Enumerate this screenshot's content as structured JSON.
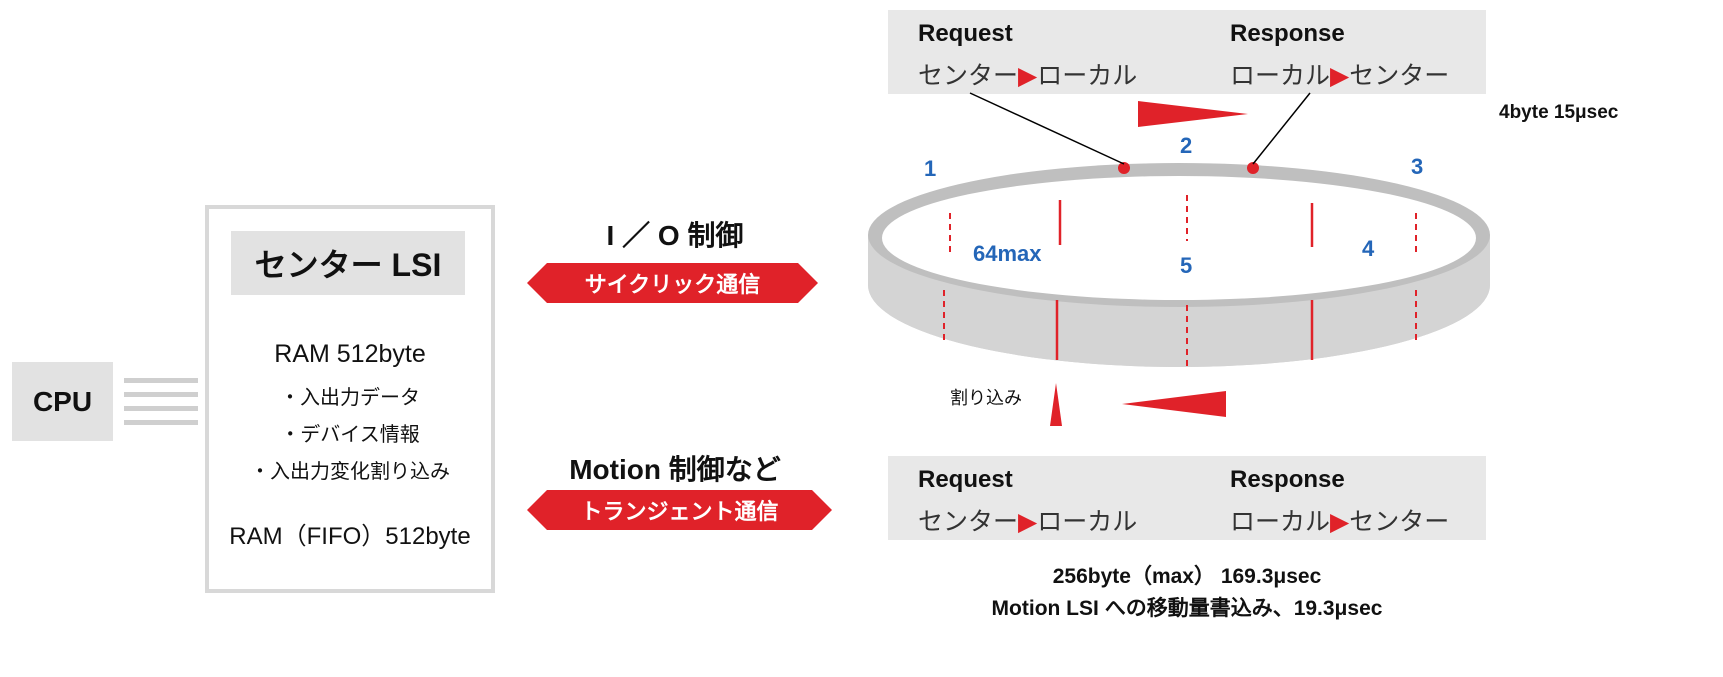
{
  "cpu": {
    "label": "CPU"
  },
  "center_lsi": {
    "title": "センター LSI",
    "ram1": "RAM 512byte",
    "bullets": [
      "・入出力データ",
      "・デバイス情報",
      "・入出力変化割り込み"
    ],
    "ram2": "RAM（FIFO）512byte"
  },
  "io_control": {
    "heading": "I ／ O 制御",
    "tag": "サイクリック通信"
  },
  "motion_control": {
    "heading": "Motion 制御など",
    "tag": "トランジェント通信"
  },
  "top_panel": {
    "request_title": "Request",
    "request_path_from": "センター",
    "request_path_to": "ローカル",
    "response_title": "Response",
    "response_path_from": "ローカル",
    "response_path_to": "センター",
    "timing": "4byte 15μsec"
  },
  "bottom_panel": {
    "request_title": "Request",
    "request_path_from": "センター",
    "request_path_to": "ローカル",
    "response_title": "Response",
    "response_path_from": "ローカル",
    "response_path_to": "センター",
    "timing_line1": "256byte（max）  169.3μsec",
    "timing_line2": "Motion LSI への移動量書込み、19.3μsec"
  },
  "ring": {
    "nodes": [
      "1",
      "2",
      "3",
      "4",
      "5"
    ],
    "max_label": "64max",
    "interrupt_label": "割り込み"
  },
  "colors": {
    "accent": "#e02229",
    "node_blue": "#2466b8",
    "panel_gray": "#e8e8e8"
  }
}
